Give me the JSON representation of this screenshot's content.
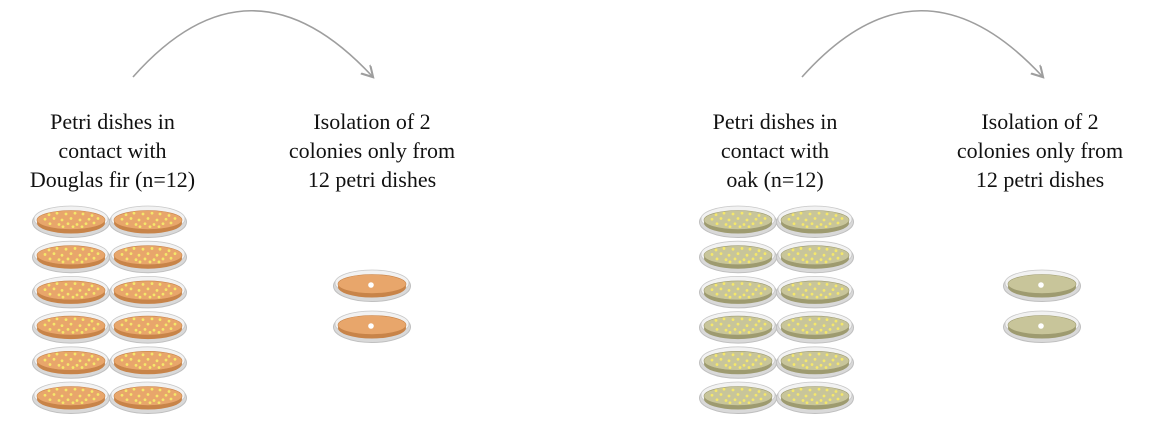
{
  "panels": [
    {
      "id": "douglas-fir",
      "left_label": [
        "Petri dishes in",
        "contact with",
        "Douglas fir (n=12)"
      ],
      "right_label": [
        "Isolation  of 2",
        "colonies only  from",
        "12 petri dishes"
      ],
      "dish_count": 12,
      "isolated_count": 2,
      "agar_color": "#E8A66B",
      "agar_edge": "#C88449",
      "rim_color": "#D9D9D9"
    },
    {
      "id": "oak",
      "left_label": [
        "Petri dishes in",
        "contact with",
        "oak (n=12)"
      ],
      "right_label": [
        "Isolation  of 2",
        "colonies only  from",
        "12 petri dishes"
      ],
      "dish_count": 12,
      "isolated_count": 2,
      "agar_color": "#C8C59A",
      "agar_edge": "#9E9B70",
      "rim_color": "#D9D9D9"
    }
  ],
  "colors": {
    "colony": "#F5E86A",
    "isolated_colony": "#FFFFFF",
    "arrow": "#9E9E9E"
  },
  "icons": {
    "arrow": "curved-arrow-icon"
  }
}
